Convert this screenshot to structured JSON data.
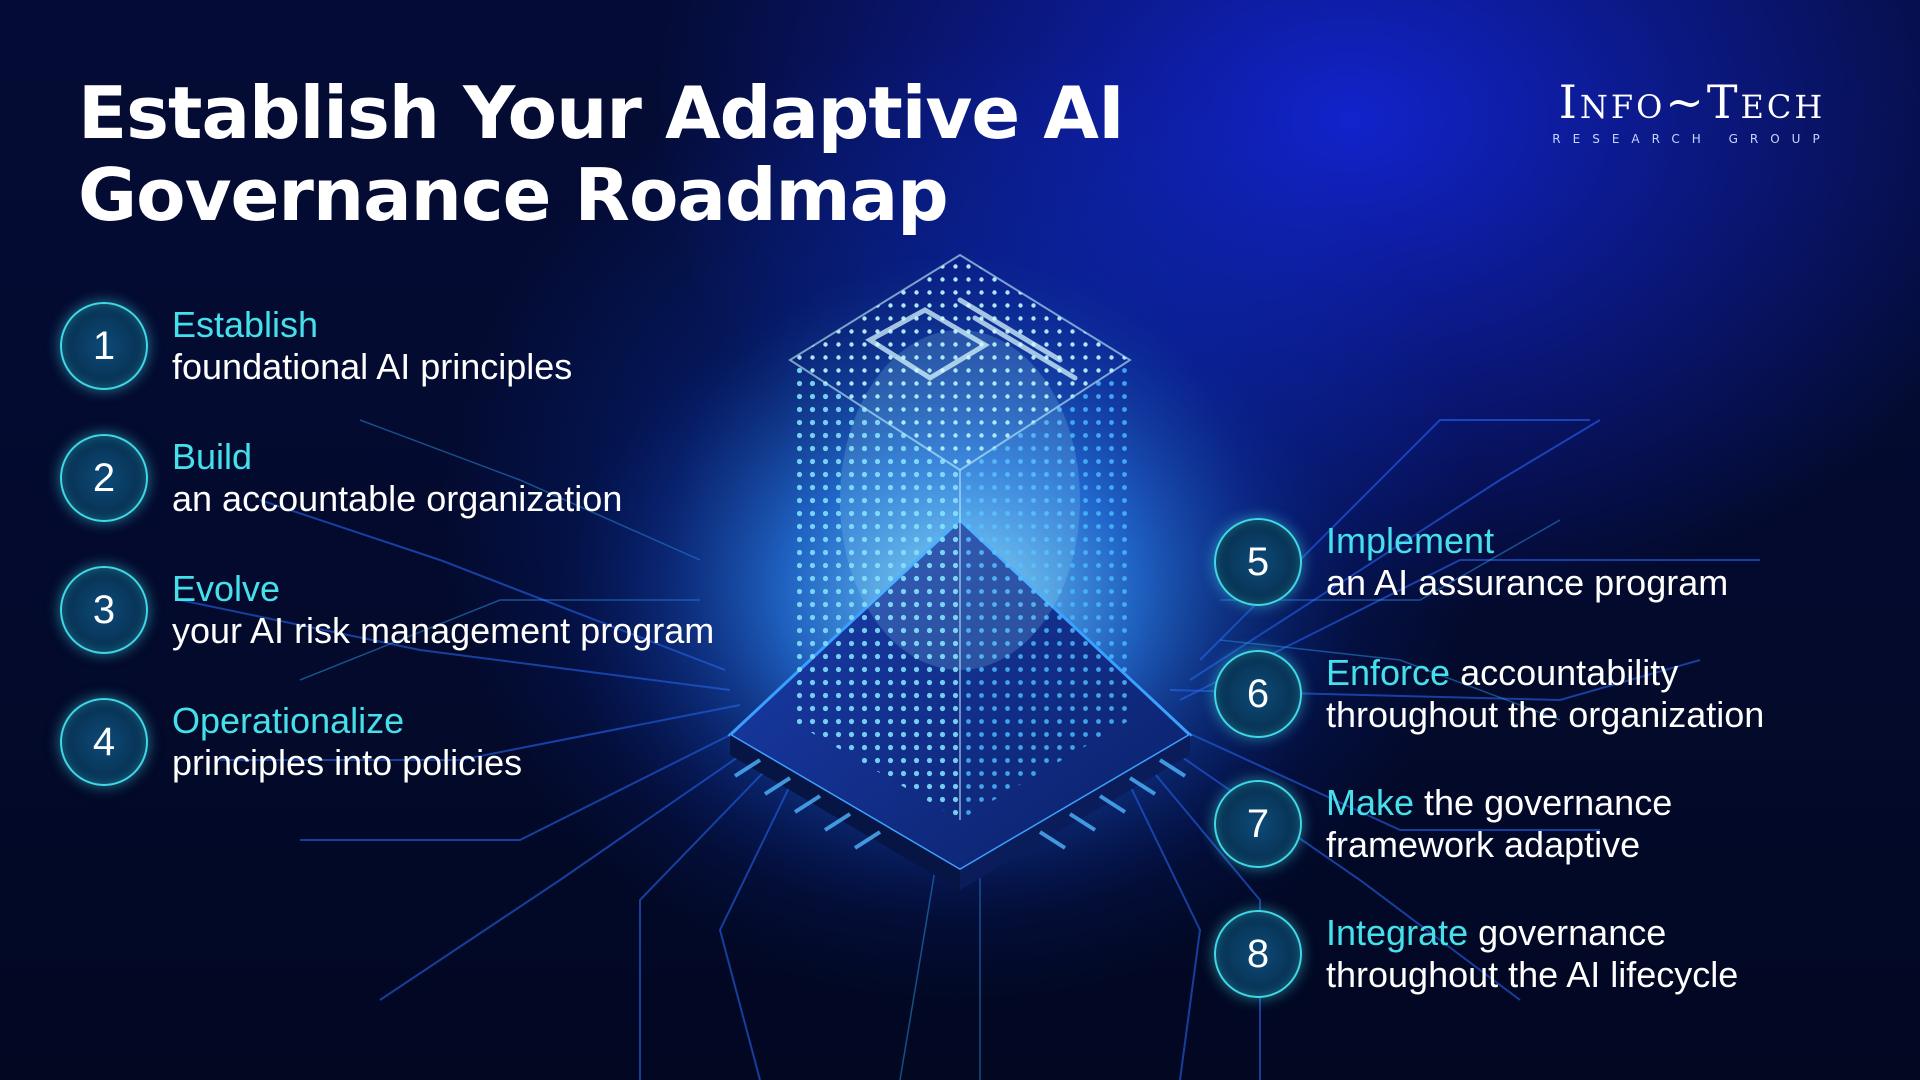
{
  "title": {
    "line1": "Establish Your Adaptive AI",
    "line2": "Governance Roadmap"
  },
  "logo": {
    "main": "Info~Tech",
    "sub": "RESEARCH GROUP"
  },
  "steps": [
    {
      "number": "1",
      "highlight": "Establish",
      "rest": "",
      "line2": "foundational AI principles"
    },
    {
      "number": "2",
      "highlight": "Build",
      "rest": "",
      "line2": "an accountable organization"
    },
    {
      "number": "3",
      "highlight": "Evolve",
      "rest": "",
      "line2": "your AI risk management program"
    },
    {
      "number": "4",
      "highlight": "Operationalize",
      "rest": "",
      "line2": "principles into policies"
    },
    {
      "number": "5",
      "highlight": "Implement",
      "rest": "",
      "line2": "an AI assurance program"
    },
    {
      "number": "6",
      "highlight": "Enforce",
      "rest": " accountability",
      "line2": "throughout the organization"
    },
    {
      "number": "7",
      "highlight": "Make",
      "rest": " the governance",
      "line2": "framework adaptive"
    },
    {
      "number": "8",
      "highlight": "Integrate",
      "rest": " governance",
      "line2": "throughout the AI lifecycle"
    }
  ],
  "colors": {
    "accent": "#46e0ea",
    "background": "#030a2c",
    "glow": "#2a8cff"
  },
  "icons": {
    "center_art": "ai-chip-cube-illustration"
  }
}
